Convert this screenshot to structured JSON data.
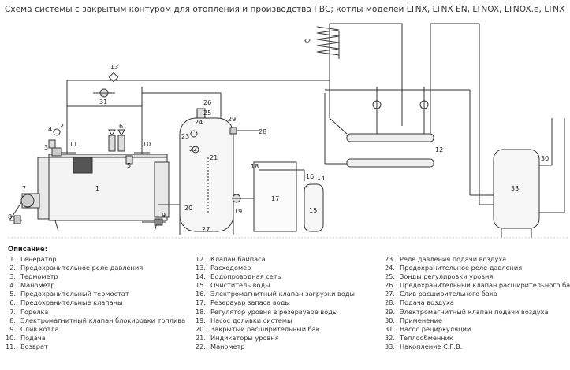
{
  "title": "Схема системы с закрытым контуром для отопления и производства ГВС; котлы моделей LTNX, LTNX EN, LTNOX, LTNOX.e, LTNX R",
  "diagram_labels": [
    "1",
    "2",
    "3",
    "4",
    "5",
    "6",
    "7",
    "8",
    "9",
    "10",
    "11",
    "12",
    "13",
    "14",
    "15",
    "16",
    "17",
    "18",
    "19",
    "20",
    "21",
    "22",
    "23",
    "24",
    "25",
    "26",
    "27",
    "28",
    "29",
    "30",
    "31",
    "32",
    "33"
  ],
  "legend": {
    "heading": "Описание:",
    "columns": [
      [
        {
          "num": "1.",
          "text": "Генератор"
        },
        {
          "num": "2.",
          "text": "Предохранительное реле давления"
        },
        {
          "num": "3.",
          "text": "Термометр"
        },
        {
          "num": "4.",
          "text": "Манометр"
        },
        {
          "num": "5.",
          "text": "Предохранительный термостат"
        },
        {
          "num": "6.",
          "text": "Предохранительные клапаны"
        },
        {
          "num": "7.",
          "text": "Горелка"
        },
        {
          "num": "8.",
          "text": "Электромагнитный клапан блокировки топлива"
        },
        {
          "num": "9.",
          "text": "Слив котла"
        },
        {
          "num": "10.",
          "text": "Подача"
        },
        {
          "num": "11.",
          "text": "Возврат"
        }
      ],
      [
        {
          "num": "12.",
          "text": "Клапан байпаса"
        },
        {
          "num": "13.",
          "text": "Расходомер"
        },
        {
          "num": "14.",
          "text": "Водопроводная сеть"
        },
        {
          "num": "15.",
          "text": "Очиститель воды"
        },
        {
          "num": "16.",
          "text": "Электромагнитный клапан загрузки воды"
        },
        {
          "num": "17.",
          "text": "Резервуар запаса воды"
        },
        {
          "num": "18.",
          "text": "Регулятор уровня в резервуаре воды"
        },
        {
          "num": "19.",
          "text": "Насос доливки системы"
        },
        {
          "num": "20.",
          "text": "Закрытый расширительный бак"
        },
        {
          "num": "21.",
          "text": "Индикаторы уровня"
        },
        {
          "num": "22.",
          "text": "Манометр"
        }
      ],
      [
        {
          "num": "23.",
          "text": "Реле давления подачи воздуха"
        },
        {
          "num": "24.",
          "text": "Предохранительное реле давления"
        },
        {
          "num": "25.",
          "text": "Зонды регулировки уровня"
        },
        {
          "num": "26.",
          "text": "Предохранительный клапан расширительного бака"
        },
        {
          "num": "27.",
          "text": "Слив расширительного бака"
        },
        {
          "num": "28.",
          "text": "Подача воздуха"
        },
        {
          "num": "29.",
          "text": "Электромагнитный клапан подачи воздуха"
        },
        {
          "num": "30.",
          "text": "Применение"
        },
        {
          "num": "31.",
          "text": "Насос рециркуляции"
        },
        {
          "num": "32.",
          "text": "Теплообменник"
        },
        {
          "num": "33.",
          "text": "Накопление С.Г.В."
        }
      ]
    ]
  }
}
